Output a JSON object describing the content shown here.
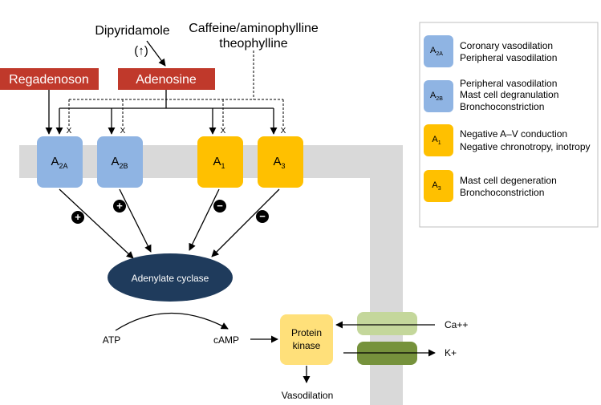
{
  "drugs": {
    "dipyridamole": "Dipyridamole",
    "dipyridamole_effect": "(↑)",
    "caffeine_line1": "Caffeine/aminophylline",
    "caffeine_line2": "theophylline",
    "regadenoson": "Regadenoson",
    "adenosine": "Adenosine"
  },
  "receptors": [
    {
      "base": "A",
      "sub": "2A",
      "sign": "+",
      "color": "#8fb4e3"
    },
    {
      "base": "A",
      "sub": "2B",
      "sign": "+",
      "color": "#8fb4e3"
    },
    {
      "base": "A",
      "sub": "1",
      "sign": "−",
      "color": "#ffc000"
    },
    {
      "base": "A",
      "sub": "3",
      "sign": "−",
      "color": "#ffc000"
    }
  ],
  "block_mark": "X",
  "enzyme": "Adenylate cyclase",
  "metabolites": {
    "atp": "ATP",
    "camp": "cAMP"
  },
  "protein_kinase": {
    "line1": "Protein",
    "line2": "kinase"
  },
  "outcome": "Vasodilation",
  "ions": {
    "ca": "Ca++",
    "k": "K+"
  },
  "legend": [
    {
      "base": "A",
      "sub": "2A",
      "color": "#8fb4e3",
      "lines": [
        "Coronary vasodilation",
        "Peripheral vasodilation"
      ]
    },
    {
      "base": "A",
      "sub": "2B",
      "color": "#8fb4e3",
      "lines": [
        "Peripheral vasodilation",
        "Mast cell degranulation",
        "Bronchoconstriction"
      ]
    },
    {
      "base": "A",
      "sub": "1",
      "color": "#ffc000",
      "lines": [
        "Negative A–V conduction",
        "Negative chronotropy, inotropy"
      ]
    },
    {
      "base": "A",
      "sub": "3",
      "color": "#ffc000",
      "lines": [
        "Mast cell degeneration",
        "Bronchoconstriction"
      ]
    }
  ],
  "colors": {
    "drug_box": "#c0392b",
    "membrane": "#d9d9d9",
    "enzyme": "#1f3b5c",
    "protein_kinase": "#ffe07a",
    "ca_channel": "#c4d79b",
    "k_channel": "#76923c"
  }
}
